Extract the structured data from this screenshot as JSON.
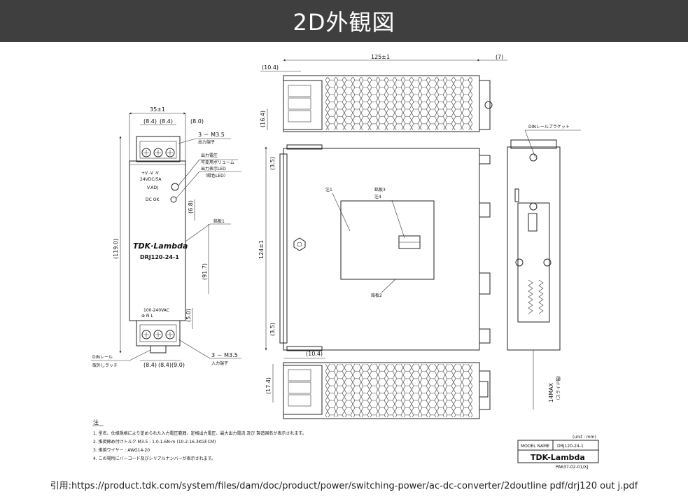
{
  "header": {
    "title": "2D外観図"
  },
  "front_view": {
    "width_dim": "35±1",
    "sub_dims_top": [
      "(8.4)",
      "(8.4)",
      "(8.0)"
    ],
    "height_dim": "(119.0)",
    "dim_6_8": "(6.8)",
    "dim_91_7": "(91.7)",
    "dim_5_0": "(5.0)",
    "sub_dims_bottom": [
      "(8.4)",
      "(8.4)",
      "(9.0)"
    ],
    "output_terminal": "3 － M3.5",
    "output_terminal_note": "出力端子",
    "voltage_adj": "出力電圧",
    "voltage_adj2": "可変用ボリューム",
    "led_label": "出力表示LED",
    "led_label2": "（緑色LED）",
    "nameplate": "銘板1",
    "terminal_labels": "+V  -V  -V",
    "rating": "24VDC/5A",
    "vadj": "V.ADJ",
    "dcok": "DC OK",
    "brand": "TDK·Lambda",
    "model": "DRJ120-24-1",
    "input_rating": "100-240VAC",
    "input_terminals": "⊕  N  L",
    "din_label": "DINレール",
    "din_label2": "取外しラッチ",
    "input_terminal": "3 － M3.5",
    "input_terminal_note": "入力端子"
  },
  "side_view": {
    "depth_dim": "125±1",
    "extra_dim": "(7)",
    "top_dim": "(10.4)",
    "dim_16_4": "(16.4)",
    "dim_3_5a": "(3.5)",
    "dim_124": "124±1",
    "dim_3_5b": "(3.5)",
    "note1": "注1",
    "nameplate3": "銘板3",
    "note4": "注4",
    "nameplate2": "銘板2",
    "bottom_dim": "(10.4)",
    "dim_17_4": "(17.4)"
  },
  "rear_view": {
    "din_bracket": "DINレールブラケット",
    "max_dim": "14MAX",
    "max_note": "（スライド幅）"
  },
  "notes": {
    "heading": "注",
    "items": [
      "1. 型名、仕様規格により定められた入力電圧範囲、定格出力電圧、最大出力電流 及び 製造国名が表示されます。",
      "2. 推奨締め付けトルク M3.5 : 1.0-1.6N·m (10.2-16.3KGF.CM)",
      "3. 推奨ワイヤー : AWG14-20",
      "4. この場所にバーコード及びシリアルナンバーが表示されます。"
    ]
  },
  "title_block": {
    "unit": "(unit : mm)",
    "model_label": "MODEL NAME",
    "model_value": "DRJ120-24-1",
    "brand": "TDK-Lambda",
    "doc_no": "PA637-02-01/XJ"
  },
  "citation": "引用:https://product.tdk.com/system/files/dam/doc/product/power/switching-power/ac-dc-converter/2doutline pdf/drj120 out j.pdf"
}
